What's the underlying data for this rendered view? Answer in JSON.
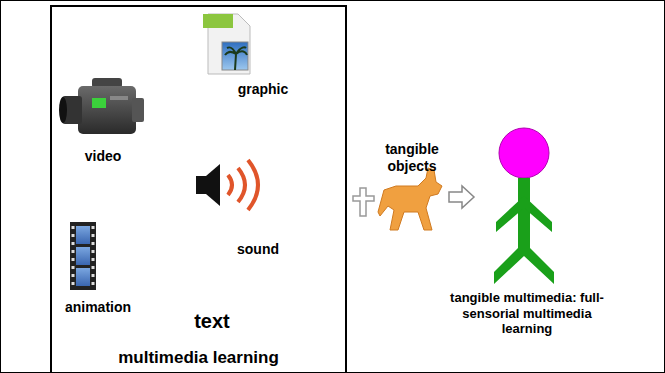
{
  "diagram": {
    "nodes": [
      {
        "text": [
          "multimedia learning"
        ]
      }
    ],
    "labels": [
      "graphic",
      "video",
      "sound",
      "animation",
      "text",
      "tangible objects",
      "tangible multimedia: full-sensorial multimedia learning"
    ]
  }
}
